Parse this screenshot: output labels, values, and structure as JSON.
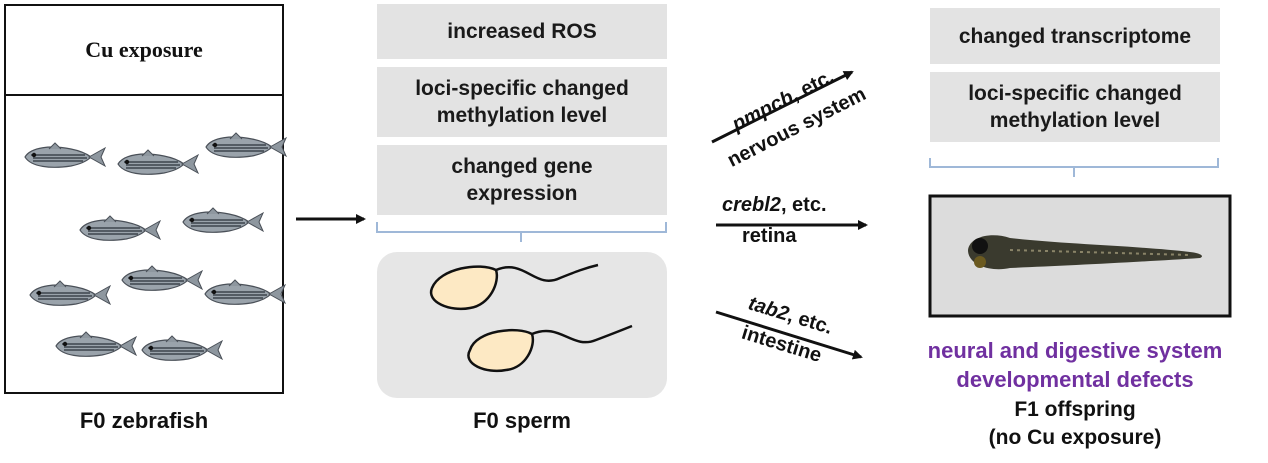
{
  "f0_zebrafish": {
    "header": "Cu exposure",
    "caption": "F0 zebrafish"
  },
  "f0_sperm": {
    "boxes": [
      "increased ROS",
      "loci-specific changed methylation level",
      "changed gene expression"
    ],
    "caption": "F0 sperm"
  },
  "pathways": [
    {
      "gene": "pmpcb",
      "suffix": ", etc.",
      "target": "nervous system"
    },
    {
      "gene": "crebl2",
      "suffix": ", etc.",
      "target": "retina"
    },
    {
      "gene": "tab2",
      "suffix": ", etc.",
      "target": "intestine"
    }
  ],
  "f1": {
    "boxes": [
      "changed transcriptome",
      "loci-specific changed methylation level"
    ],
    "defects_line1": "neural and digestive system",
    "defects_line2": "developmental defects",
    "caption_line1": "F1 offspring",
    "caption_line2": "(no Cu exposure)"
  },
  "colors": {
    "box_gray": "#e3e3e3",
    "sperm_bg": "#e6e6e6",
    "sperm_head": "#fde9c4",
    "bracket": "#9fb8d8",
    "defects_text": "#7030a0"
  }
}
